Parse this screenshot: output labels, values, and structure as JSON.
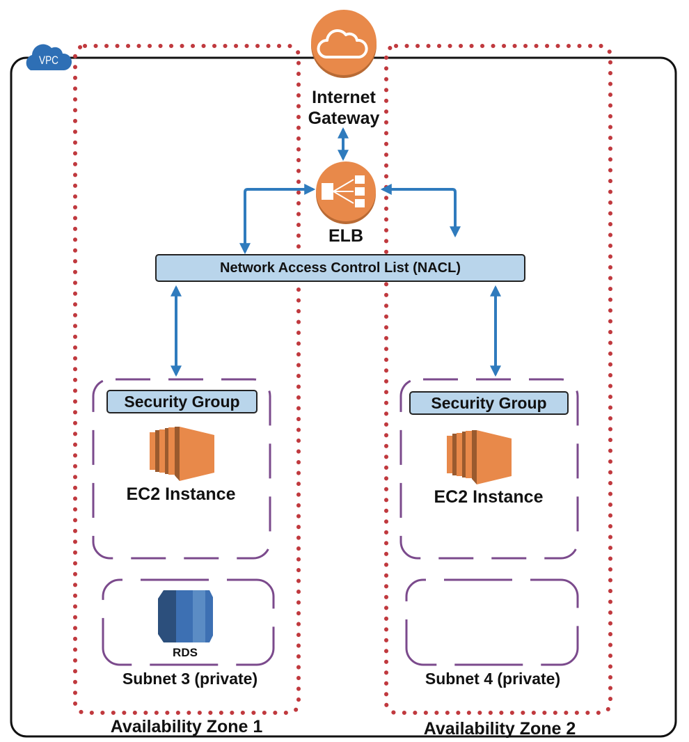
{
  "vpc": {
    "label": "VPC",
    "icon": "vpc-cloud-icon",
    "color": "#2e6fb5"
  },
  "internet_gateway": {
    "label_line1": "Internet",
    "label_line2": "Gateway",
    "icon": "cloud-icon",
    "color": "#e8894a"
  },
  "elb": {
    "label": "ELB",
    "icon": "load-balancer-icon",
    "color": "#e8894a"
  },
  "nacl": {
    "label": "Network Access Control List (NACL)",
    "fill": "#b9d5eb"
  },
  "availability_zones": [
    {
      "label": "Availability Zone 1",
      "border_color": "#c0393e"
    },
    {
      "label": "Availability Zone 2",
      "border_color": "#c0393e"
    }
  ],
  "security_groups": [
    {
      "label": "Security Group",
      "instance_label": "EC2 Instance",
      "icon": "ec2-instance-icon"
    },
    {
      "label": "Security Group",
      "instance_label": "EC2 Instance",
      "icon": "ec2-instance-icon"
    }
  ],
  "subnets": [
    {
      "label": "Subnet 3 (private)",
      "resource_label": "RDS",
      "icon": "rds-database-icon"
    },
    {
      "label": "Subnet 4 (private)"
    }
  ],
  "colors": {
    "arrow": "#2f7bbd",
    "subnet_border": "#7b4a8c",
    "vpc_border": "#111111"
  }
}
